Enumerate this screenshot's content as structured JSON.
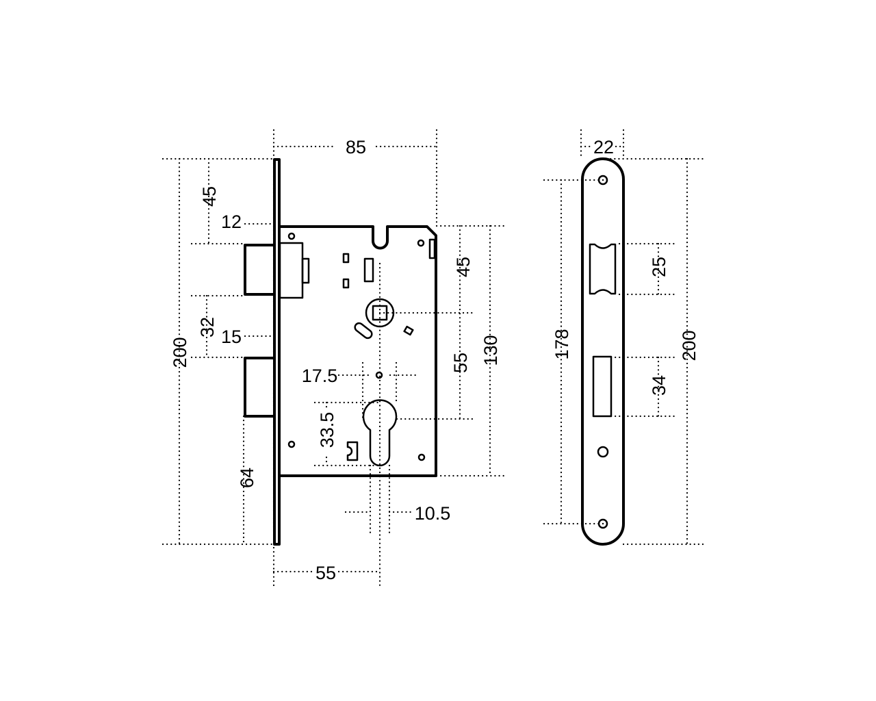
{
  "drawing": {
    "lock_body": {
      "width_label": "85",
      "faceplate_height_label": "200",
      "top_to_latch_label": "45",
      "latch_projection_label": "12",
      "latch_to_deadbolt_label": "32",
      "deadbolt_projection_label": "15",
      "bottom_to_deadbolt_label": "64",
      "cylinder_width_label": "17.5",
      "cylinder_height_label": "33.5",
      "top_to_follower_label": "45",
      "follower_to_cylinder_label": "55",
      "case_height_label": "130",
      "cylinder_narrow_width_label": "10.5",
      "backset_label": "55"
    },
    "strike_plate": {
      "width_label": "22",
      "screw_spacing_label": "178",
      "height_label": "200",
      "latch_opening_label": "25",
      "deadbolt_opening_label": "34"
    }
  }
}
